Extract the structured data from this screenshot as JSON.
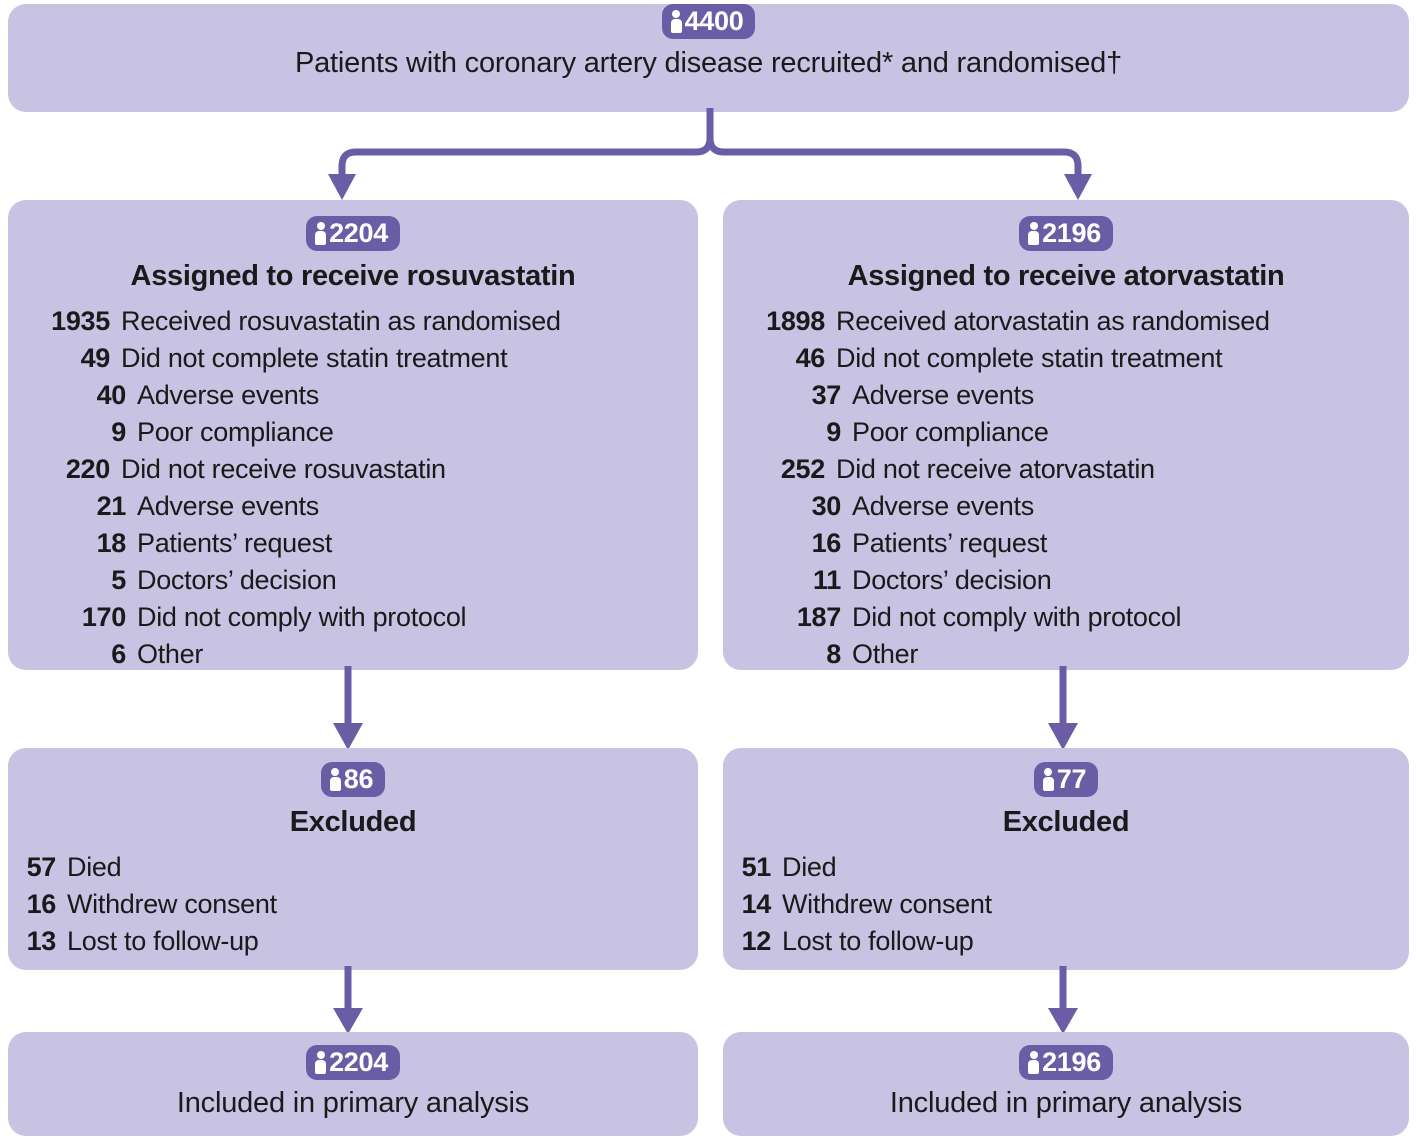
{
  "diagram": {
    "type": "consort-flow-diagram",
    "accent_color": "#6a5da6",
    "box_fill": "#c8c2e3",
    "badge_icon": "person-icon"
  },
  "top": {
    "count": "4400",
    "title": "Patients with coronary artery disease recruited* and randomised†"
  },
  "arms": [
    {
      "count": "2204",
      "title": "Assigned to receive rosuvastatin",
      "lines": [
        {
          "num": "1935",
          "text": "Received rosuvastatin as randomised",
          "level": 0
        },
        {
          "num": "49",
          "text": "Did not complete statin treatment",
          "level": 0
        },
        {
          "num": "40",
          "text": "Adverse events",
          "level": 1
        },
        {
          "num": "9",
          "text": "Poor compliance",
          "level": 1
        },
        {
          "num": "220",
          "text": "Did not receive rosuvastatin",
          "level": 0
        },
        {
          "num": "21",
          "text": "Adverse events",
          "level": 1
        },
        {
          "num": "18",
          "text": "Patients’ request",
          "level": 1
        },
        {
          "num": "5",
          "text": "Doctors’ decision",
          "level": 1
        },
        {
          "num": "170",
          "text": "Did not comply with protocol",
          "level": 1
        },
        {
          "num": "6",
          "text": "Other",
          "level": 1
        }
      ]
    },
    {
      "count": "2196",
      "title": "Assigned to receive atorvastatin",
      "lines": [
        {
          "num": "1898",
          "text": "Received atorvastatin as randomised",
          "level": 0
        },
        {
          "num": "46",
          "text": "Did not complete statin treatment",
          "level": 0
        },
        {
          "num": "37",
          "text": "Adverse events",
          "level": 1
        },
        {
          "num": "9",
          "text": "Poor compliance",
          "level": 1
        },
        {
          "num": "252",
          "text": "Did not receive atorvastatin",
          "level": 0
        },
        {
          "num": "30",
          "text": "Adverse events",
          "level": 1
        },
        {
          "num": "16",
          "text": "Patients’ request",
          "level": 1
        },
        {
          "num": "11",
          "text": "Doctors’ decision",
          "level": 1
        },
        {
          "num": "187",
          "text": "Did not comply with protocol",
          "level": 1
        },
        {
          "num": "8",
          "text": "Other",
          "level": 1
        }
      ]
    }
  ],
  "excluded": [
    {
      "count": "86",
      "title": "Excluded",
      "lines": [
        {
          "num": "57",
          "text": "Died"
        },
        {
          "num": "16",
          "text": "Withdrew consent"
        },
        {
          "num": "13",
          "text": "Lost to follow-up"
        }
      ]
    },
    {
      "count": "77",
      "title": "Excluded",
      "lines": [
        {
          "num": "51",
          "text": "Died"
        },
        {
          "num": "14",
          "text": "Withdrew consent"
        },
        {
          "num": "12",
          "text": "Lost to follow-up"
        }
      ]
    }
  ],
  "final": [
    {
      "count": "2204",
      "title": "Included in primary analysis"
    },
    {
      "count": "2196",
      "title": "Included in primary analysis"
    }
  ]
}
